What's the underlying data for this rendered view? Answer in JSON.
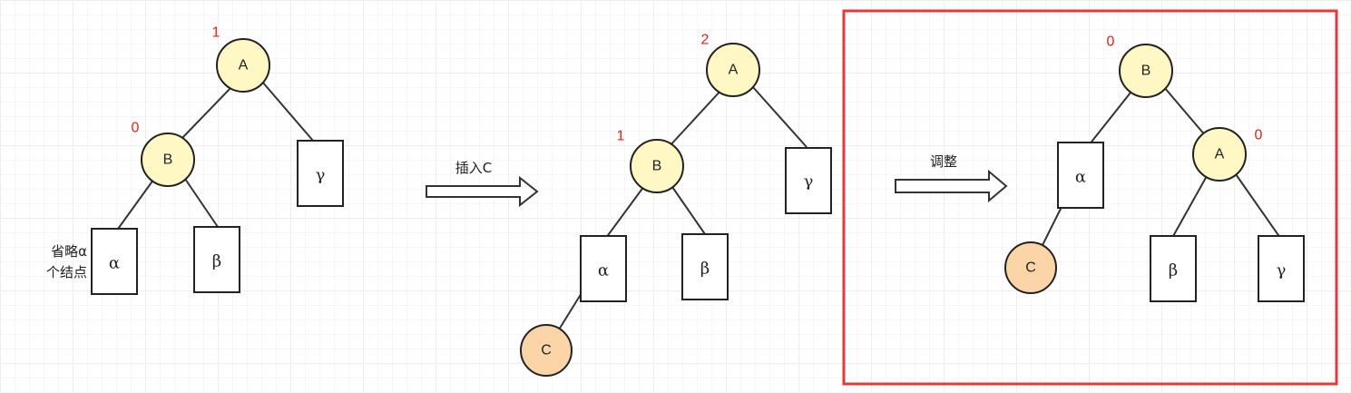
{
  "panels": [
    {
      "id": "before",
      "nodes": [
        {
          "id": "A",
          "label": "A",
          "balance": "1"
        },
        {
          "id": "B",
          "label": "B",
          "balance": "0"
        }
      ],
      "subtrees": [
        "α",
        "β",
        "γ"
      ],
      "note": [
        "省略α",
        "个结点"
      ]
    },
    {
      "id": "after-insert",
      "nodes": [
        {
          "id": "A",
          "label": "A",
          "balance": "2"
        },
        {
          "id": "B",
          "label": "B",
          "balance": "1"
        },
        {
          "id": "C",
          "label": "C"
        }
      ],
      "subtrees": [
        "α",
        "β",
        "γ"
      ]
    },
    {
      "id": "after-adjust",
      "highlighted": true,
      "highlight_color": "#e63a3a",
      "nodes": [
        {
          "id": "B",
          "label": "B",
          "balance": "0"
        },
        {
          "id": "A",
          "label": "A",
          "balance": "0"
        },
        {
          "id": "C",
          "label": "C"
        }
      ],
      "subtrees": [
        "α",
        "β",
        "γ"
      ]
    }
  ],
  "arrows": [
    {
      "label": "插入C"
    },
    {
      "label": "调整"
    }
  ],
  "colors": {
    "node_fill": "#fff8c4",
    "new_node_fill": "#fbd5a8",
    "balance_factor": "#e8201a",
    "frame": "#e63a3a"
  }
}
